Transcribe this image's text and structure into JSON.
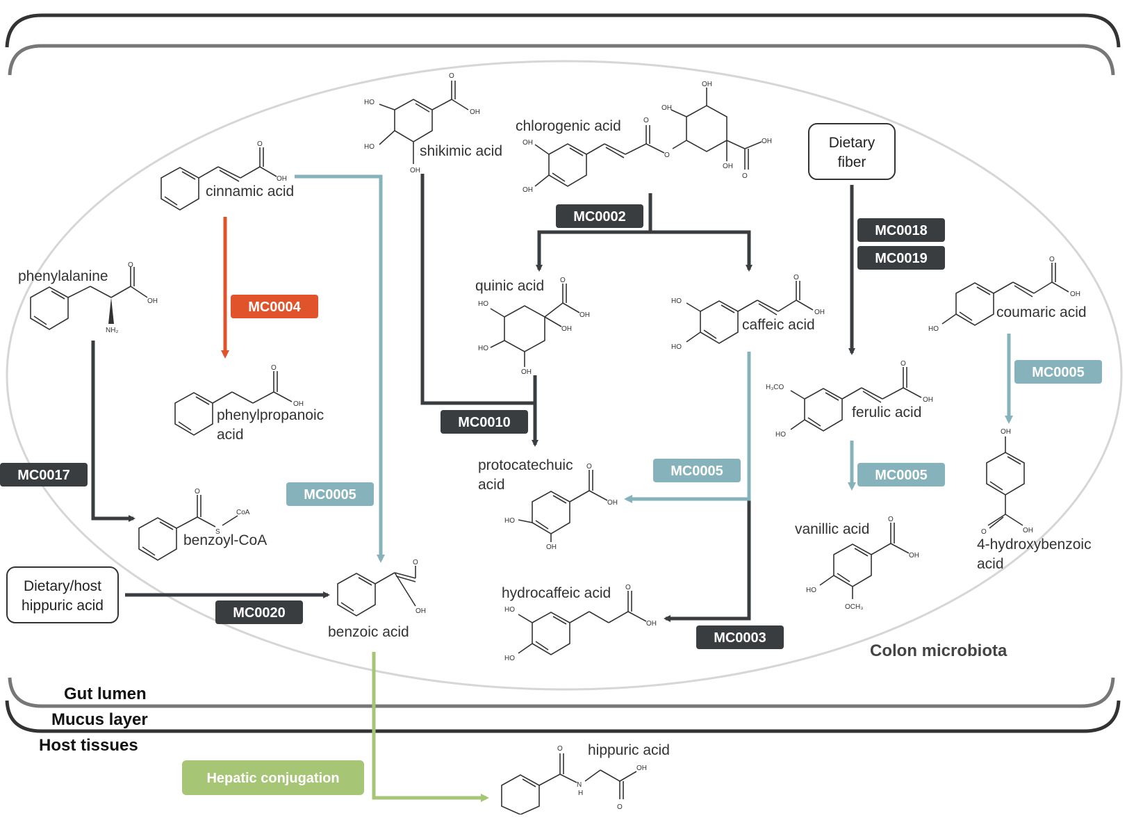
{
  "regions": {
    "colon": "Colon microbiota",
    "gut_lumen": "Gut lumen",
    "mucus_layer": "Mucus layer",
    "host_tissues": "Host tissues"
  },
  "sources": {
    "dietary_fiber": [
      "Dietary",
      "fiber"
    ],
    "dietary_host_hippuric": [
      "Dietary/host",
      "hippuric acid"
    ]
  },
  "compounds": {
    "shikimic": "shikimic acid",
    "chlorogenic": "chlorogenic acid",
    "cinnamic": "cinnamic acid",
    "phenylalanine": "phenylalanine",
    "phenylpropanoic": [
      "phenylpropanoic",
      "acid"
    ],
    "benzoyl_coa": "benzoyl-CoA",
    "benzoic": "benzoic acid",
    "quinic": "quinic acid",
    "caffeic": "caffeic acid",
    "coumaric": "coumaric acid",
    "ferulic": "ferulic acid",
    "protocatechuic": [
      "protocatechuic",
      "acid"
    ],
    "vanillic": "vanillic acid",
    "hydroxybenzoic": [
      "4-hydroxybenzoic",
      "acid"
    ],
    "hydrocaffeic": "hydrocaffeic acid",
    "hippuric": "hippuric acid"
  },
  "atoms": {
    "oh": "OH",
    "ho": "HO",
    "o": "O",
    "nh2": "NH₂",
    "s": "S",
    "coa": "CoA",
    "h3co": "H₃CO",
    "och3": "OCH₃",
    "n": "N",
    "h": "H"
  },
  "enzymes": {
    "mc0002": "MC0002",
    "mc0004": "MC0004",
    "mc0005": "MC0005",
    "mc0010": "MC0010",
    "mc0017": "MC0017",
    "mc0018": "MC0018",
    "mc0019": "MC0019",
    "mc0020": "MC0020",
    "mc0003": "MC0003"
  },
  "process": {
    "hepatic": "Hepatic conjugation"
  },
  "colors": {
    "dark": "#3a3d40",
    "red": "#e0532b",
    "teal": "#86b3bb",
    "green": "#a6c575",
    "ellipse": "#d6d6d6",
    "bracket": "#333333"
  }
}
